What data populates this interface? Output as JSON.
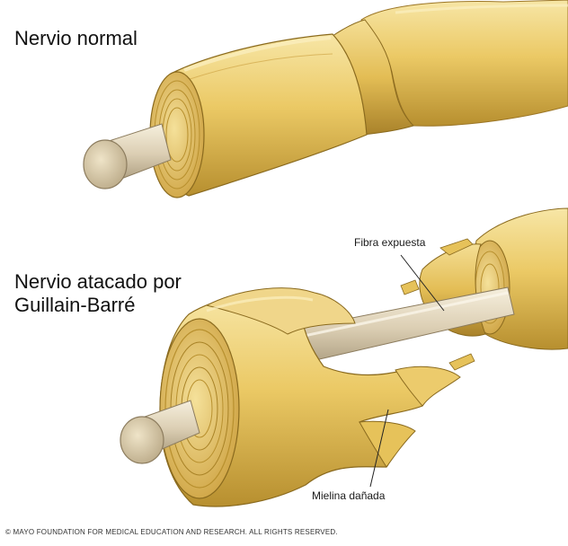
{
  "labels": {
    "normal_title": "Nervio normal",
    "attacked_title_line1": "Nervio atacado por",
    "attacked_title_line2": "Guillain-Barré",
    "exposed_fiber": "Fibra expuesta",
    "damaged_myelin": "Mielina dañada",
    "copyright": "© MAYO FOUNDATION FOR MEDICAL EDUCATION AND RESEARCH. ALL RIGHTS RESERVED."
  },
  "colors": {
    "myelin_light": "#f2d98a",
    "myelin_mid": "#e6c25a",
    "myelin_dark": "#b8902e",
    "myelin_edge": "#8a6a1e",
    "axon_light": "#f3ead4",
    "axon_mid": "#d8cbb0",
    "axon_dark": "#a89878",
    "leader_line": "#222222"
  }
}
